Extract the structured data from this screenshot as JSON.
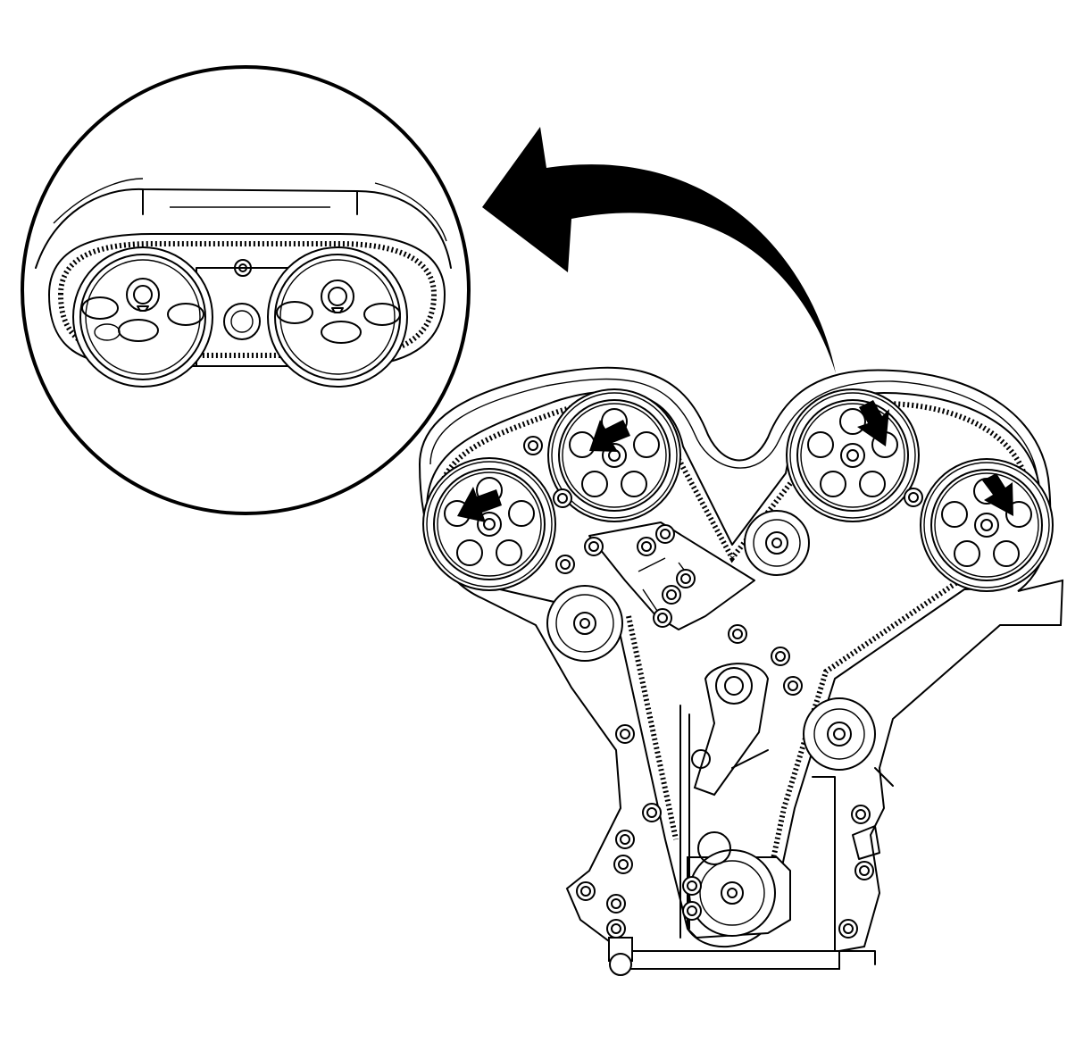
{
  "diagram": {
    "subject": "engine-front-timing-belt-camshaft-sprockets",
    "detail_view": "camshaft-sprocket-pair-closeup",
    "callout": "curved-arrow-from-rear-bank-to-detail",
    "markers": "four-solid-arrows-on-camshaft-sprockets",
    "colors": {
      "ink": "#000000",
      "paper": "#ffffff"
    }
  }
}
